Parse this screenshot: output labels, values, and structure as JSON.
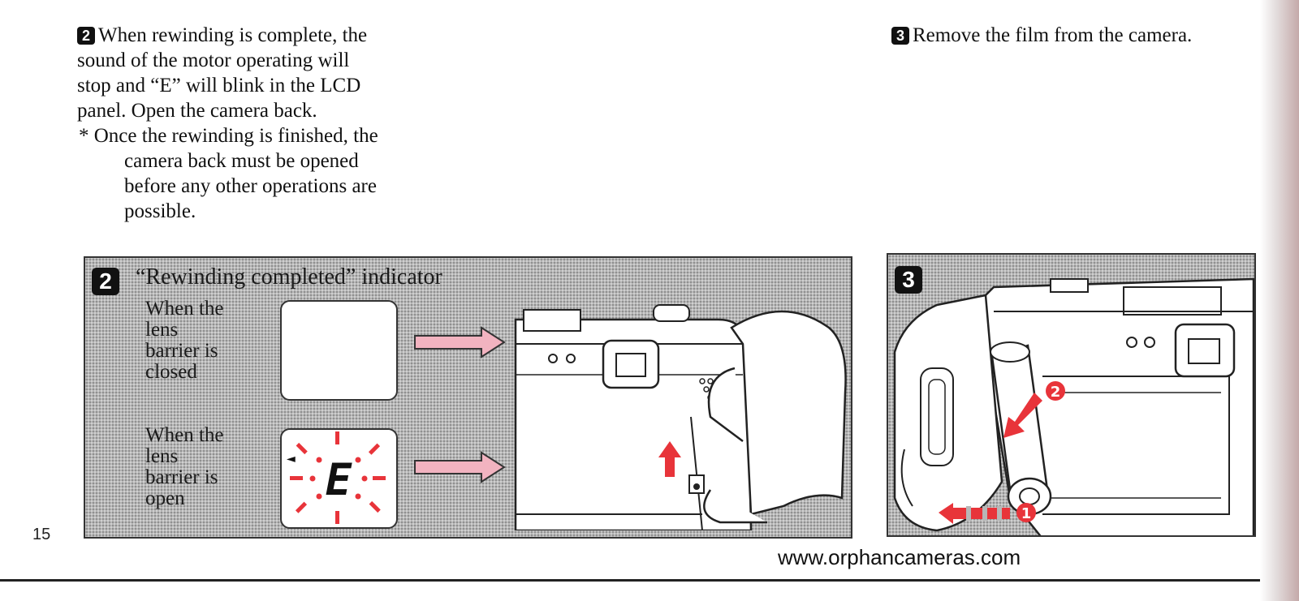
{
  "step2": {
    "badge": "2",
    "lines": [
      "When rewinding is complete, the",
      "sound of the motor operating will",
      "stop and “E” will blink in the LCD",
      "panel. Open the camera back."
    ],
    "note_lines": [
      "* Once the rewinding is finished, the",
      "camera back must be opened",
      "before any other operations are",
      "possible."
    ]
  },
  "step3": {
    "badge": "3",
    "text": "Remove the film from the camera."
  },
  "panel2": {
    "badge": "2",
    "caption": "“Rewinding completed” indicator",
    "closed_label": [
      "When the",
      "lens",
      "barrier is",
      "closed"
    ],
    "open_label": [
      "When the",
      "lens",
      "barrier is",
      "open"
    ],
    "lcd_char": "E",
    "lcd_pointer": "◄"
  },
  "panel3": {
    "badge": "3",
    "callout_1": "1",
    "callout_2": "2"
  },
  "page_number": "15",
  "watermark": "www.orphancameras.com",
  "colors": {
    "accent_red": "#e8343a",
    "arrow_pink": "#f2b3c0",
    "panel_gray": "#b7b7b7"
  }
}
